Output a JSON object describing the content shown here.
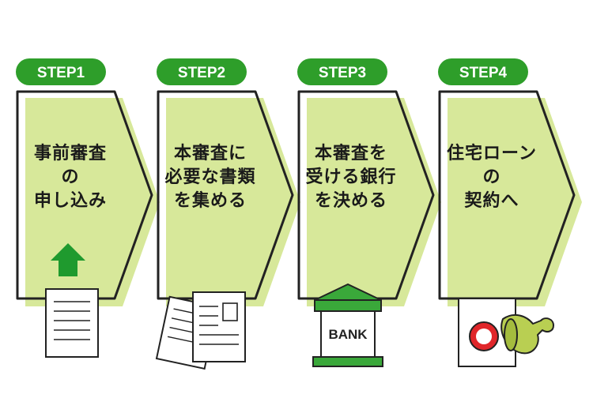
{
  "colors": {
    "pill": "#2e9e2a",
    "pill_text": "#ffffff",
    "panel_fill": "#ffffff",
    "panel_stroke": "#222222",
    "shadow": "#d7e89a",
    "arrow_up": "#1f9a2e",
    "bank_roof": "#3aa83a",
    "stamp_red": "#e0262a",
    "seal_body": "#b9cf52"
  },
  "steps": [
    {
      "label": "STEP1",
      "lines": [
        "事前審査",
        "の",
        "申し込み"
      ],
      "icon": "upload-arrow-document-icon"
    },
    {
      "label": "STEP2",
      "lines": [
        "本審査に",
        "必要な書類",
        "を集める"
      ],
      "icon": "documents-icon"
    },
    {
      "label": "STEP3",
      "lines": [
        "本審査を",
        "受ける銀行",
        "を決める"
      ],
      "icon": "bank-building-icon",
      "icon_text": "BANK"
    },
    {
      "label": "STEP4",
      "lines": [
        "住宅ローン",
        "の",
        "契約へ"
      ],
      "icon": "stamp-seal-icon"
    }
  ]
}
